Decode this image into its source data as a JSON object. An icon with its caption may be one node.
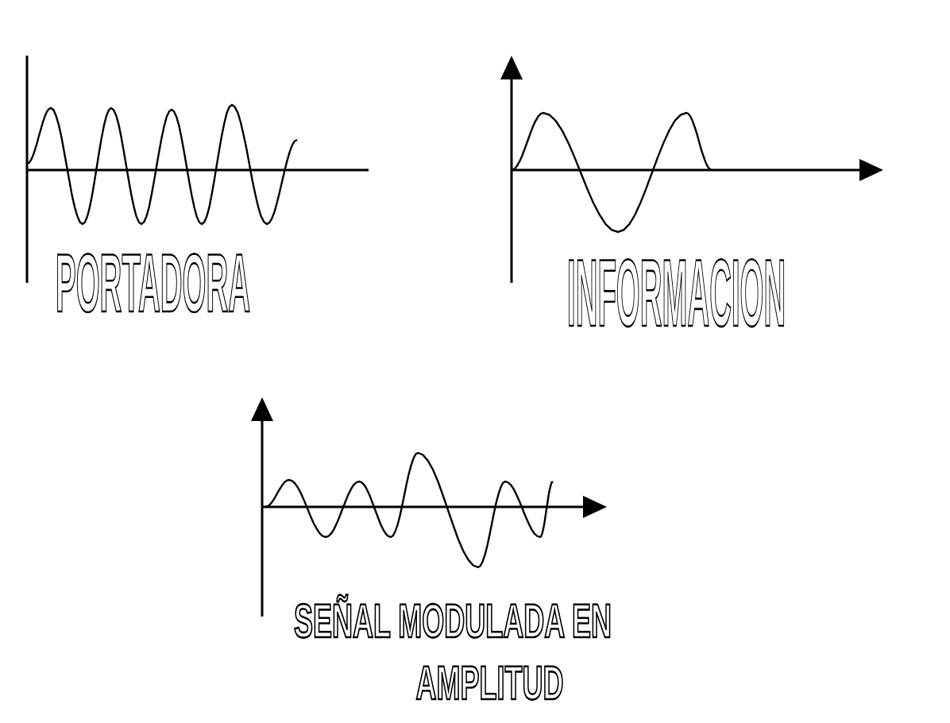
{
  "diagram": {
    "labels": [
      "PORTADORA",
      "INFORMACION",
      "SEÑAL MODULADA EN AMPLITUD"
    ]
  }
}
